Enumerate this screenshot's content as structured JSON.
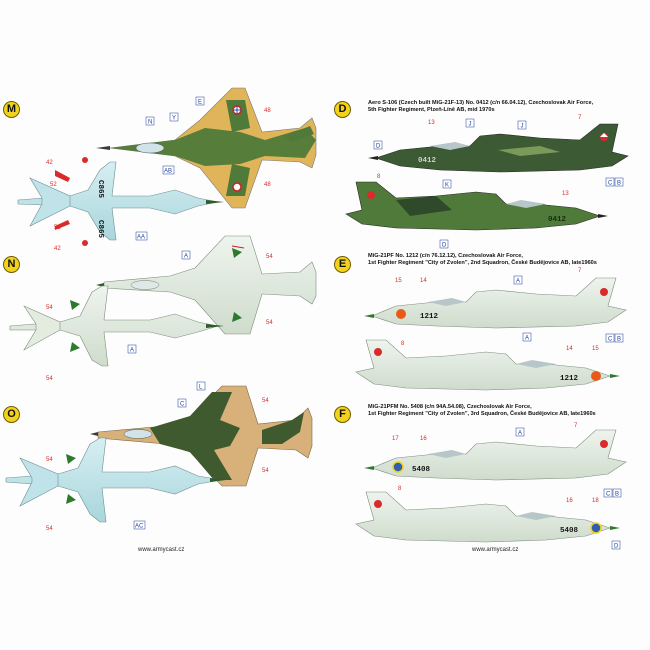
{
  "profiles": {
    "M": {
      "letter": "M"
    },
    "N": {
      "letter": "N"
    },
    "O": {
      "letter": "O"
    },
    "D": {
      "letter": "D",
      "title": "Aero S-106 (Czech built MiG-21F-13) No. 0412 (c/n 66.04.12), Czechoslovak Air Force,",
      "subtitle": "5th Fighter Regiment, Plzeň-Líně AB, mid 1970s",
      "serial": "0412"
    },
    "E": {
      "letter": "E",
      "title": "MiG-21PF No. 1212 (c/n 76.12.12), Czechoslovak Air Force,",
      "subtitle1": "1st Fighter Regiment \"City of Zvolen\", 2nd Squadron, České Budějovice AB, late1960s",
      "serial": "1212"
    },
    "F": {
      "letter": "F",
      "title": "MiG-21PFM No. 5408 (c/n 94A.54.08), Czechoslovak Air Force,",
      "subtitle1": "1st Fighter Regiment \"City of Zvolen\", 3rd Squadron, České Budějovice AB, late1960s",
      "serial": "5408"
    }
  },
  "website": {
    "left": "www.armycast.cz",
    "right": "www.armycast.cz"
  },
  "callouts": {
    "m_top": [
      "N",
      "E",
      "Y",
      "AB"
    ],
    "m_bottom": [
      "AA"
    ],
    "n": [
      "A",
      "A"
    ],
    "o": [
      "C",
      "L",
      "AC"
    ],
    "d": [
      "D",
      "J",
      "J",
      "K",
      "C",
      "B",
      "D"
    ],
    "e": [
      "A",
      "A",
      "C",
      "B"
    ],
    "f": [
      "A",
      "C",
      "B",
      "D"
    ]
  },
  "numbers": {
    "m": [
      "48",
      "48",
      "42",
      "52",
      "52",
      "42"
    ],
    "n": [
      "54",
      "54",
      "54",
      "54"
    ],
    "o": [
      "54",
      "54",
      "54",
      "54"
    ],
    "d": [
      "13",
      "7",
      "8",
      "13"
    ],
    "e": [
      "15",
      "14",
      "8",
      "14",
      "15",
      "7"
    ],
    "f": [
      "17",
      "16",
      "8",
      "16",
      "18",
      "7"
    ]
  },
  "bottom_serials": {
    "m_bottom": "C865",
    "m_bottom2": "C865"
  },
  "colors": {
    "light_blue": "#bfe3e8",
    "camo_green": "#4f7a3a",
    "dark_green": "#2f4a2a",
    "sand": "#e0b55a",
    "callout_blue": "#1d3f9a",
    "red_text": "#d92b2b",
    "badge_yellow": "#f2d21b"
  }
}
